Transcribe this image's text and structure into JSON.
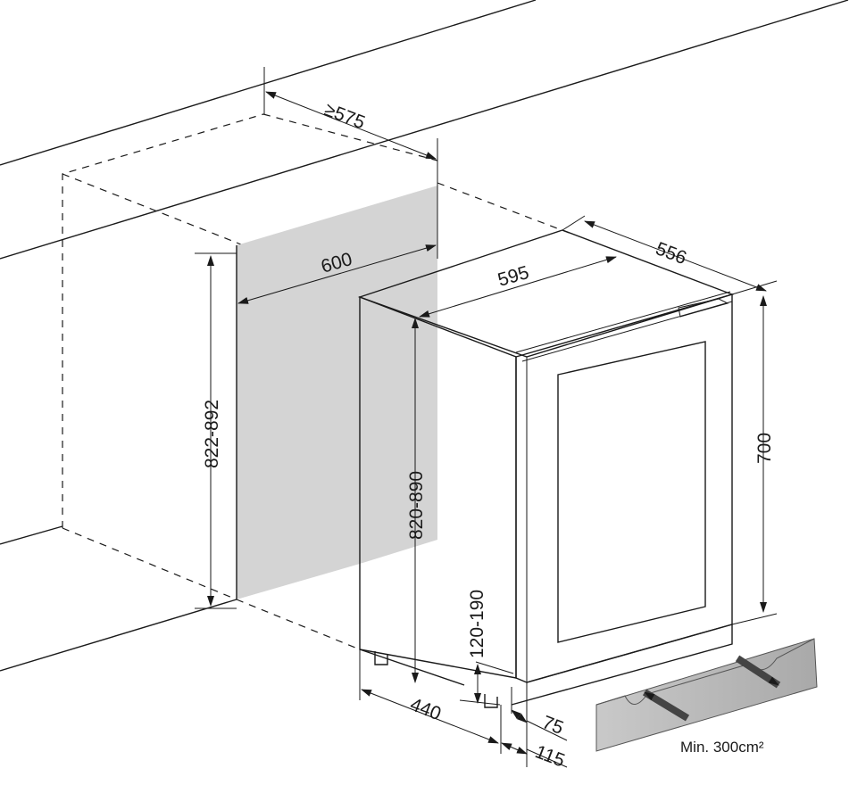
{
  "dimensions": {
    "niche_depth": "≥575",
    "niche_width": "600",
    "niche_height": "822-892",
    "appliance_width": "595",
    "appliance_depth": "556",
    "appliance_height": "820-890",
    "door_height": "700",
    "feet_height": "120-190",
    "base_depth": "440",
    "plinth_offset": "75",
    "plinth_offset_total": "115"
  },
  "ventilation_note": "Min. 300cm²",
  "colors": {
    "line": "#1a1a1a",
    "panel": "#d4d4d4",
    "grille": "#b8b8b8"
  }
}
